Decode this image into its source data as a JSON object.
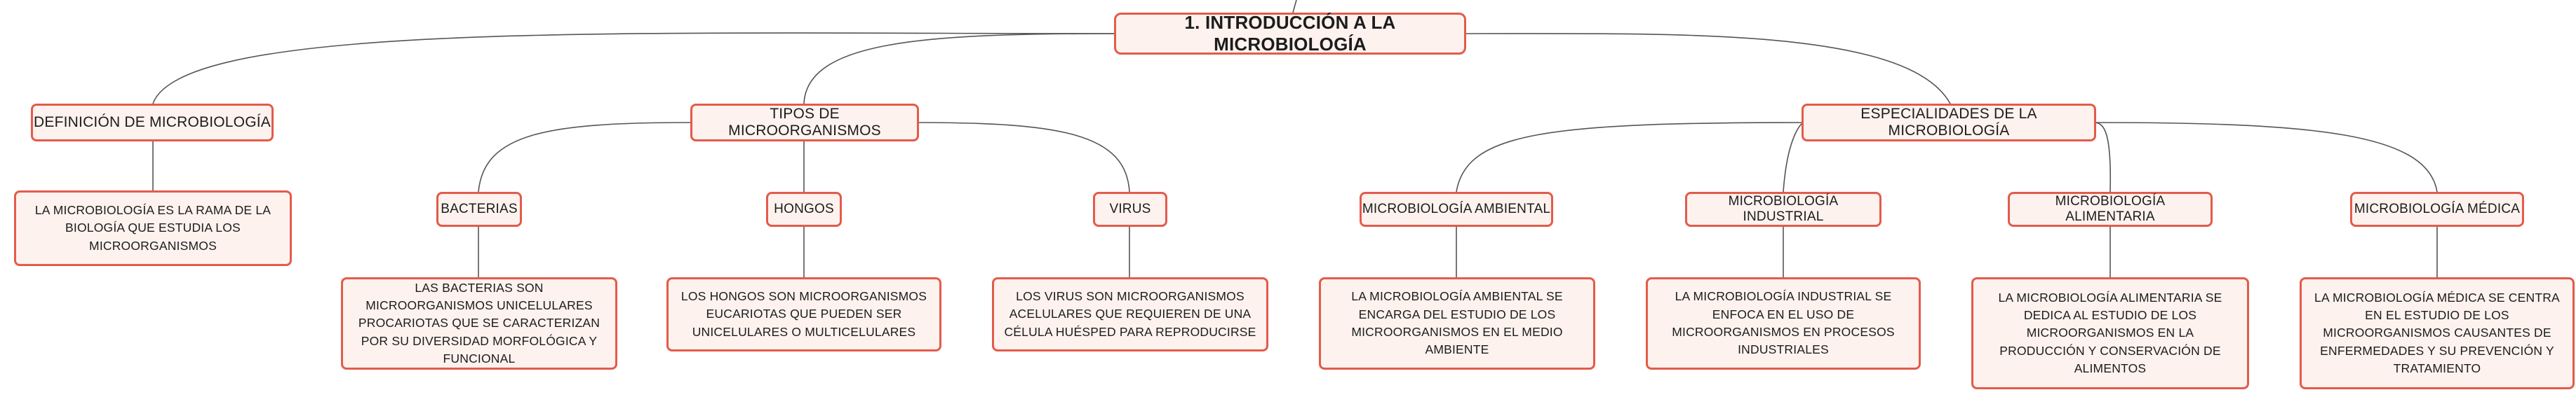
{
  "root": {
    "label": "1. INTRODUCCIÓN A LA MICROBIOLOGÍA"
  },
  "definicion": {
    "label": "DEFINICIÓN DE MICROBIOLOGÍA",
    "text": "LA MICROBIOLOGÍA ES LA RAMA DE LA BIOLOGÍA QUE ESTUDIA LOS MICROORGANISMOS"
  },
  "tipos": {
    "label": "TIPOS DE MICROORGANISMOS",
    "bacterias": {
      "label": "BACTERIAS",
      "text": "LAS BACTERIAS SON MICROORGANISMOS UNICELULARES PROCARIOTAS QUE SE CARACTERIZAN POR SU DIVERSIDAD MORFOLÓGICA Y FUNCIONAL"
    },
    "hongos": {
      "label": "HONGOS",
      "text": "LOS HONGOS SON MICROORGANISMOS EUCARIOTAS QUE PUEDEN SER UNICELULARES O MULTICELULARES"
    },
    "virus": {
      "label": "VIRUS",
      "text": "LOS VIRUS SON MICROORGANISMOS ACELULARES QUE REQUIEREN DE UNA CÉLULA HUÉSPED PARA REPRODUCIRSE"
    }
  },
  "especialidades": {
    "label": "ESPECIALIDADES DE LA MICROBIOLOGÍA",
    "ambiental": {
      "label": "MICROBIOLOGÍA AMBIENTAL",
      "text": "LA MICROBIOLOGÍA AMBIENTAL SE ENCARGA DEL ESTUDIO DE LOS MICROORGANISMOS EN EL MEDIO AMBIENTE"
    },
    "industrial": {
      "label": "MICROBIOLOGÍA INDUSTRIAL",
      "text": "LA MICROBIOLOGÍA INDUSTRIAL SE ENFOCA EN EL USO DE MICROORGANISMOS EN PROCESOS INDUSTRIALES"
    },
    "alimentaria": {
      "label": "MICROBIOLOGÍA ALIMENTARIA",
      "text": "LA MICROBIOLOGÍA ALIMENTARIA SE DEDICA AL ESTUDIO DE LOS MICROORGANISMOS EN LA PRODUCCIÓN Y CONSERVACIÓN DE ALIMENTOS"
    },
    "medica": {
      "label": "MICROBIOLOGÍA MÉDICA",
      "text": "LA MICROBIOLOGÍA MÉDICA SE CENTRA EN EL ESTUDIO DE LOS MICROORGANISMOS CAUSANTES DE ENFERMEDADES Y SU PREVENCIÓN Y TRATAMIENTO"
    }
  }
}
